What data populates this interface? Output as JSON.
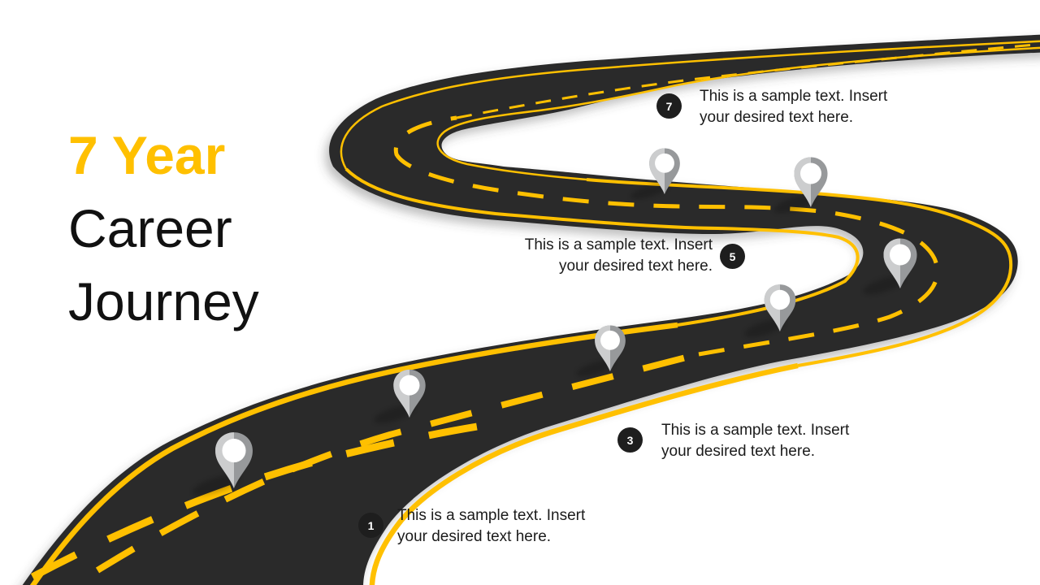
{
  "title": {
    "line1": "7 Year",
    "line2": "Career",
    "line3": "Journey"
  },
  "milestones": [
    {
      "number": "1",
      "line1": "This is a sample text. Insert",
      "line2": "your desired text here."
    },
    {
      "number": "3",
      "line1": "This is a sample text. Insert",
      "line2": "your desired text here."
    },
    {
      "number": "5",
      "line1": "This is a sample text. Insert",
      "line2": "your desired text here."
    },
    {
      "number": "7",
      "line1": "This is a sample text. Insert",
      "line2": "your desired text here."
    }
  ],
  "colors": {
    "accent_yellow": "#FFC000",
    "asphalt": "#2B2B2B",
    "badge_background": "#1E1E1E",
    "badge_number": "#FFFFFF",
    "pin_light": "#CCCDCE",
    "pin_dark": "#97999B",
    "pin_hole": "#FFFFFF",
    "body_text": "#1B1B1B",
    "background": "#FFFFFF"
  },
  "icons": {
    "milestone_marker": "map-pin-icon"
  }
}
